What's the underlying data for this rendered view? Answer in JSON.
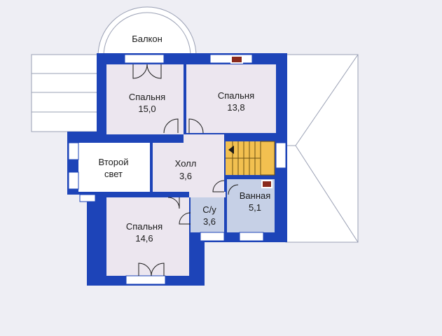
{
  "colors": {
    "background": "#eeeef4",
    "wall": "#1d44b8",
    "room_fill": "#ece6ef",
    "bath_fill": "#c6d0e6",
    "stair_fill": "#f2c050",
    "roof_line": "#9aa0b4",
    "white": "#ffffff",
    "chimney": "#8a2a1c"
  },
  "rooms": {
    "balcony": {
      "name": "Балкон"
    },
    "bedroom_top_left": {
      "name": "Спальня",
      "area": "15,0"
    },
    "bedroom_top_right": {
      "name": "Спальня",
      "area": "13,8"
    },
    "second_light": {
      "name_line1": "Второй",
      "name_line2": "свет"
    },
    "hall": {
      "name": "Холл",
      "area": "3,6"
    },
    "bathroom": {
      "name": "Ванная",
      "area": "5,1"
    },
    "wc": {
      "name": "С/у",
      "area": "3,6"
    },
    "bedroom_bottom": {
      "name": "Спальня",
      "area": "14,6"
    }
  }
}
